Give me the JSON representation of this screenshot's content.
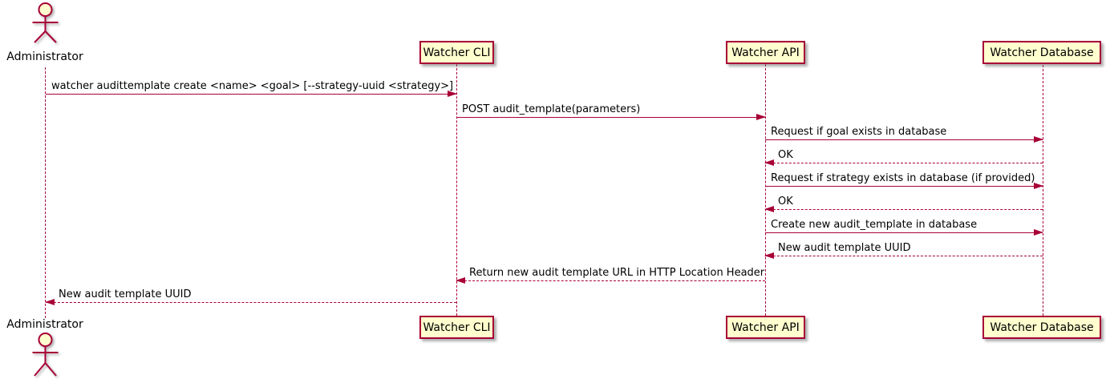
{
  "diagram": {
    "type": "sequence",
    "colors": {
      "stroke": "#A80036",
      "participant_fill": "#FEFECE",
      "text": "#000000",
      "background": "#ffffff"
    },
    "actor": {
      "label": "Administrator"
    },
    "participants": [
      {
        "label": "Watcher CLI"
      },
      {
        "label": "Watcher API"
      },
      {
        "label": "Watcher Database"
      }
    ],
    "messages": [
      {
        "from": "Administrator",
        "to": "Watcher CLI",
        "style": "solid",
        "text": "watcher audittemplate create <name> <goal> [--strategy-uuid <strategy>]"
      },
      {
        "from": "Watcher CLI",
        "to": "Watcher API",
        "style": "solid",
        "text": "POST audit_template(parameters)"
      },
      {
        "from": "Watcher API",
        "to": "Watcher Database",
        "style": "solid",
        "text": "Request if goal exists in database"
      },
      {
        "from": "Watcher Database",
        "to": "Watcher API",
        "style": "dashed",
        "text": "OK"
      },
      {
        "from": "Watcher API",
        "to": "Watcher Database",
        "style": "solid",
        "text": "Request if strategy exists in database (if provided)"
      },
      {
        "from": "Watcher Database",
        "to": "Watcher API",
        "style": "dashed",
        "text": "OK"
      },
      {
        "from": "Watcher API",
        "to": "Watcher Database",
        "style": "solid",
        "text": "Create new audit_template in database"
      },
      {
        "from": "Watcher Database",
        "to": "Watcher API",
        "style": "dashed",
        "text": "New audit template UUID"
      },
      {
        "from": "Watcher API",
        "to": "Watcher CLI",
        "style": "dashed",
        "text": "Return new audit template URL in HTTP Location Header"
      },
      {
        "from": "Watcher CLI",
        "to": "Administrator",
        "style": "dashed",
        "text": "New audit template UUID"
      }
    ]
  }
}
